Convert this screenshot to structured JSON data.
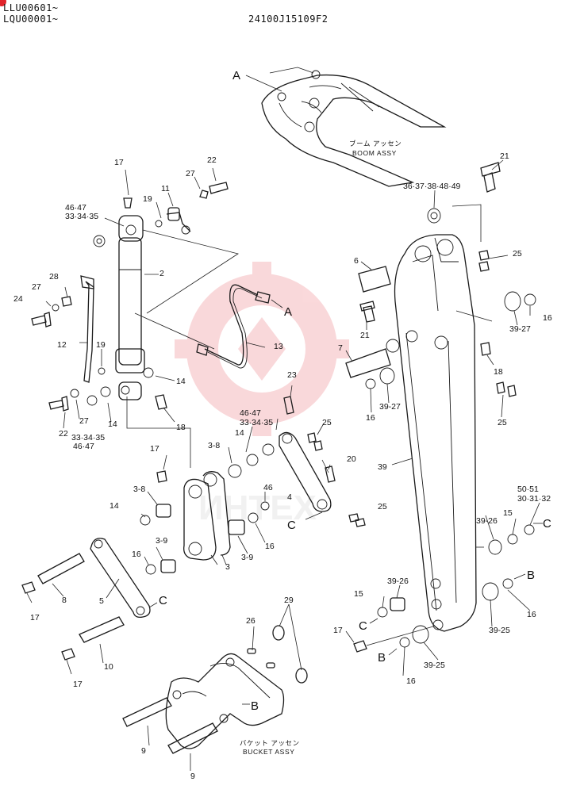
{
  "header": {
    "serial_line_1": "LLU00601~",
    "serial_line_2": "LQU00001~",
    "drawing_number": "24100J15109F2"
  },
  "watermark": {
    "text": "ИНТЕХ",
    "color": "#e8525a"
  },
  "assemblies": {
    "boom_jp": "ブーム アッセン",
    "boom_en": "BOOM ASSY",
    "bucket_jp": "バケット アッセン",
    "bucket_en": "BUCKET ASSY"
  },
  "callout_letters": {
    "a_top": "A",
    "a_hose": "A",
    "c_link": "C",
    "c_arm_right": "C",
    "c_lower": "C",
    "c_left": "C",
    "b_right": "B",
    "b_left": "B",
    "b_bucket": "B"
  },
  "part_labels": {
    "p17_top": "17",
    "p22_top": "22",
    "p27_top": "27",
    "p11": "11",
    "p19_top": "19",
    "p46_47_top": "46·47",
    "p33_34_35_top": "33·34·35",
    "p2": "2",
    "p28": "28",
    "p27_left": "27",
    "p24": "24",
    "p12": "12",
    "p19_left": "19",
    "p13": "13",
    "p14_cyl": "14",
    "p18_left": "18",
    "p22_bottom": "22",
    "p27_bottom": "27",
    "p14_bottom": "14",
    "p33_34_35_bottom": "33·34·35",
    "p46_47_bottom": "46·47",
    "p23": "23",
    "p46_47_mid": "46·47",
    "p33_34_35_mid": "33·34·35",
    "p25_mid": "25",
    "p14_mid": "14",
    "p3_8_mid": "3-8",
    "p20": "20",
    "p4": "4",
    "p25_lower": "25",
    "p46_mid": "46",
    "p16_mid": "16",
    "p3_9_mid": "3-9",
    "p3": "3",
    "p17_mid": "17",
    "p3_8_left": "3-8",
    "p14_left": "14",
    "p3_9_left": "3-9",
    "p16_left": "16",
    "p5": "5",
    "p8": "8",
    "p17_left1": "17",
    "p10": "10",
    "p17_left2": "17",
    "p26": "26",
    "p29": "29",
    "p9_a": "9",
    "p9_b": "9",
    "p21_top": "21",
    "p36_set": "36·37·38·48·49",
    "p25_top": "25",
    "p6": "6",
    "p16_r1": "16",
    "p39_27_a": "39-27",
    "p21_mid": "21",
    "p7": "7",
    "p18_right": "18",
    "p16_r2": "16",
    "p39_27_b": "39-27",
    "p25_right": "25",
    "p39": "39",
    "p50_51": "50·51",
    "p30_31_32": "30·31·32",
    "p15_right": "15",
    "p39_26_right": "39-26",
    "p39_26_lower": "39-26",
    "p15_lower": "15",
    "p16_r3": "16",
    "p39_25_right": "39-25",
    "p17_right": "17",
    "p16_r4": "16",
    "p39_25_lower": "39-25"
  }
}
